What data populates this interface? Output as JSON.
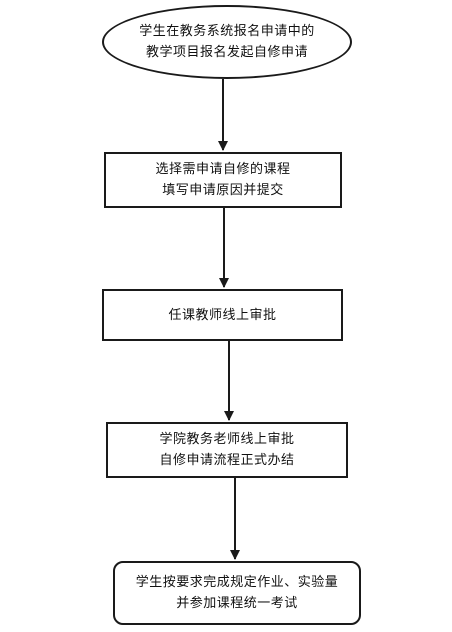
{
  "flowchart": {
    "nodes": [
      {
        "id": "start",
        "shape": "ellipse",
        "lines": [
          "学生在教务系统报名申请中的",
          "教学项目报名发起自修申请"
        ]
      },
      {
        "id": "select",
        "shape": "rectangle",
        "lines": [
          "选择需申请自修的课程",
          "填写申请原因并提交"
        ]
      },
      {
        "id": "teacher",
        "shape": "rectangle",
        "lines": [
          "任课教师线上审批"
        ]
      },
      {
        "id": "college",
        "shape": "rectangle",
        "lines": [
          "学院教务老师线上审批",
          "自修申请流程正式办结"
        ]
      },
      {
        "id": "exam",
        "shape": "rounded-rectangle",
        "lines": [
          "学生按要求完成规定作业、实验量",
          "并参加课程统一考试"
        ]
      }
    ],
    "edges": [
      {
        "from": "start",
        "to": "select"
      },
      {
        "from": "select",
        "to": "teacher"
      },
      {
        "from": "teacher",
        "to": "college"
      },
      {
        "from": "college",
        "to": "exam"
      }
    ],
    "colors": {
      "stroke": "#1a1a1a",
      "background": "#ffffff"
    }
  }
}
